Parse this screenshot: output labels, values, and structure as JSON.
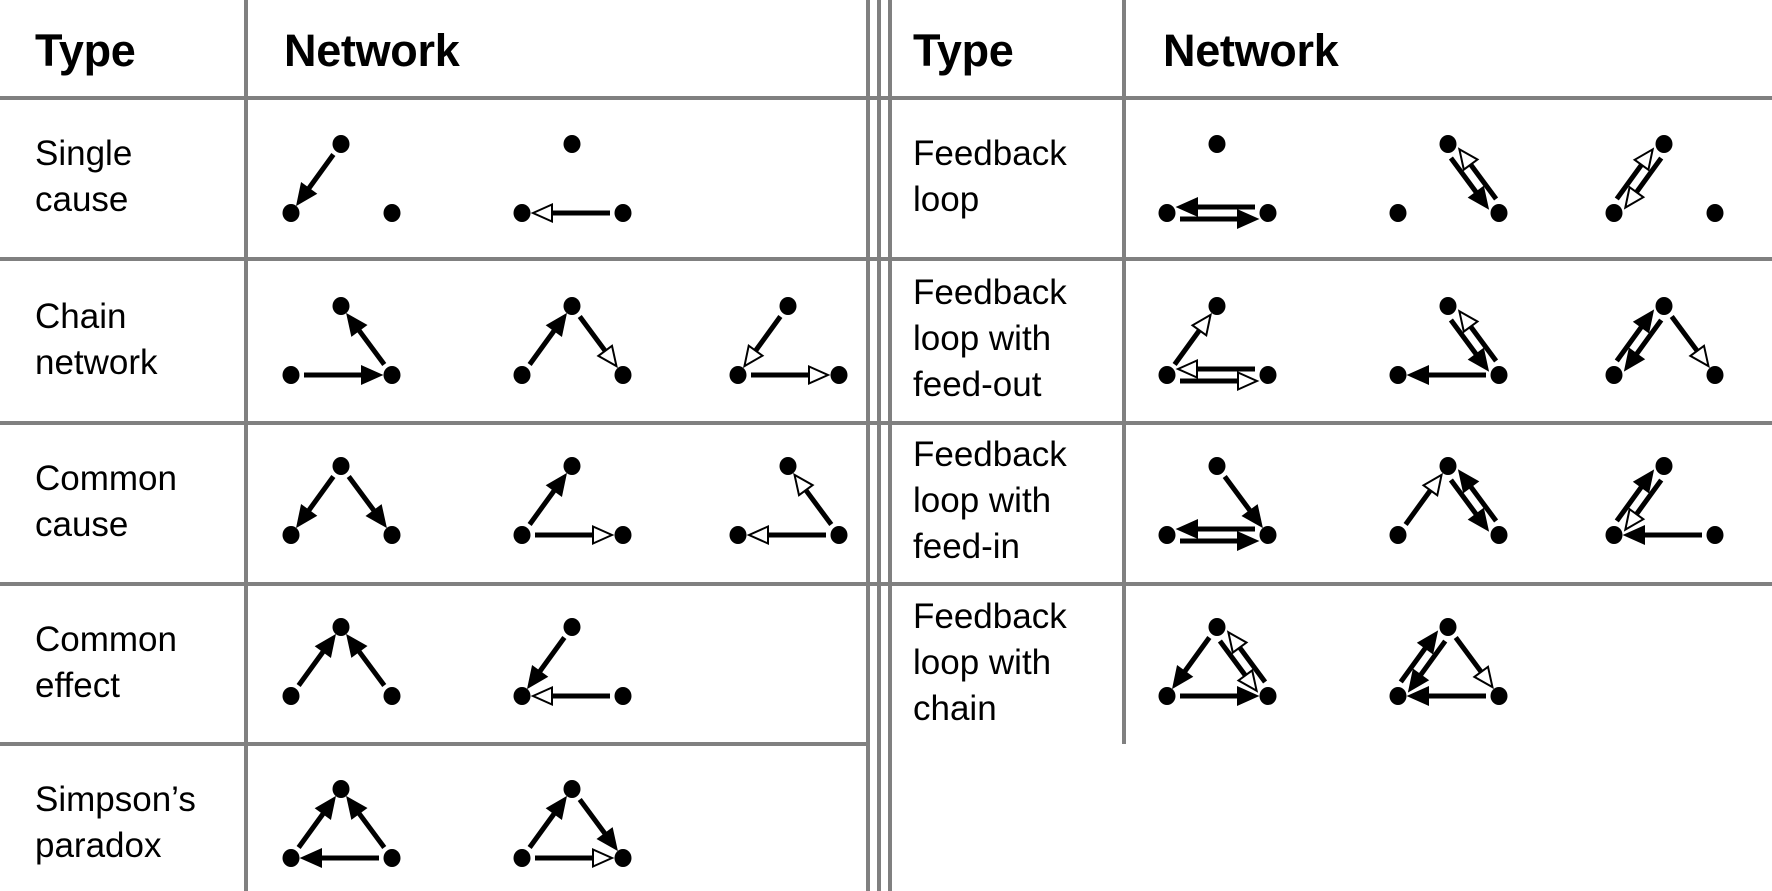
{
  "colors": {
    "grid": "#808080",
    "ink": "#000000",
    "background": "#ffffff"
  },
  "headers": {
    "left": {
      "type": "Type",
      "network": "Network"
    },
    "right": {
      "type": "Type",
      "network": "Network"
    }
  },
  "node_legend": {
    "L": "bottom-left node",
    "T": "top node",
    "R": "bottom-right node"
  },
  "edge_styles": {
    "filled": "solid black arrowhead",
    "open": "hollow (white) arrowhead"
  },
  "left_rows": [
    {
      "label": "Single\ncause",
      "networks": [
        {
          "edges": [
            {
              "from": "T",
              "to": "L",
              "head": "filled"
            }
          ]
        },
        {
          "edges": [
            {
              "from": "R",
              "to": "L",
              "head": "open"
            }
          ]
        }
      ]
    },
    {
      "label": "Chain\nnetwork",
      "networks": [
        {
          "edges": [
            {
              "from": "L",
              "to": "R",
              "head": "filled"
            },
            {
              "from": "R",
              "to": "T",
              "head": "filled"
            }
          ]
        },
        {
          "edges": [
            {
              "from": "L",
              "to": "T",
              "head": "filled"
            },
            {
              "from": "T",
              "to": "R",
              "head": "open"
            }
          ]
        },
        {
          "edges": [
            {
              "from": "T",
              "to": "L",
              "head": "open"
            },
            {
              "from": "L",
              "to": "R",
              "head": "open"
            }
          ]
        }
      ]
    },
    {
      "label": "Common\ncause",
      "networks": [
        {
          "edges": [
            {
              "from": "T",
              "to": "L",
              "head": "filled"
            },
            {
              "from": "T",
              "to": "R",
              "head": "filled"
            }
          ]
        },
        {
          "edges": [
            {
              "from": "L",
              "to": "T",
              "head": "filled"
            },
            {
              "from": "L",
              "to": "R",
              "head": "open"
            }
          ]
        },
        {
          "edges": [
            {
              "from": "R",
              "to": "T",
              "head": "open"
            },
            {
              "from": "R",
              "to": "L",
              "head": "open"
            }
          ]
        }
      ]
    },
    {
      "label": "Common\neffect",
      "networks": [
        {
          "edges": [
            {
              "from": "L",
              "to": "T",
              "head": "filled"
            },
            {
              "from": "R",
              "to": "T",
              "head": "filled"
            }
          ]
        },
        {
          "edges": [
            {
              "from": "T",
              "to": "L",
              "head": "filled"
            },
            {
              "from": "R",
              "to": "L",
              "head": "open"
            }
          ]
        }
      ]
    },
    {
      "label": "Simpson’s\nparadox",
      "networks": [
        {
          "edges": [
            {
              "from": "L",
              "to": "T",
              "head": "filled"
            },
            {
              "from": "R",
              "to": "T",
              "head": "filled"
            },
            {
              "from": "R",
              "to": "L",
              "head": "filled"
            }
          ]
        },
        {
          "edges": [
            {
              "from": "L",
              "to": "T",
              "head": "filled"
            },
            {
              "from": "T",
              "to": "R",
              "head": "filled"
            },
            {
              "from": "L",
              "to": "R",
              "head": "open"
            }
          ]
        }
      ]
    }
  ],
  "right_rows": [
    {
      "label": "Feedback\nloop",
      "networks": [
        {
          "edges": [
            {
              "from": "R",
              "to": "L",
              "head": "filled",
              "offset": -1
            },
            {
              "from": "L",
              "to": "R",
              "head": "filled",
              "offset": 1
            }
          ]
        },
        {
          "edges": [
            {
              "from": "T",
              "to": "R",
              "head": "filled",
              "offset": -1
            },
            {
              "from": "R",
              "to": "T",
              "head": "open",
              "offset": 1
            }
          ]
        },
        {
          "edges": [
            {
              "from": "L",
              "to": "T",
              "head": "open",
              "offset": -1
            },
            {
              "from": "T",
              "to": "L",
              "head": "open",
              "offset": 1
            }
          ]
        }
      ]
    },
    {
      "label": "Feedback\nloop with\nfeed-out",
      "networks": [
        {
          "edges": [
            {
              "from": "R",
              "to": "L",
              "head": "open",
              "offset": -1
            },
            {
              "from": "L",
              "to": "R",
              "head": "open",
              "offset": 1
            },
            {
              "from": "L",
              "to": "T",
              "head": "open"
            }
          ]
        },
        {
          "edges": [
            {
              "from": "T",
              "to": "R",
              "head": "filled",
              "offset": -1
            },
            {
              "from": "R",
              "to": "T",
              "head": "open",
              "offset": 1
            },
            {
              "from": "R",
              "to": "L",
              "head": "filled"
            }
          ]
        },
        {
          "edges": [
            {
              "from": "L",
              "to": "T",
              "head": "filled",
              "offset": -1
            },
            {
              "from": "T",
              "to": "L",
              "head": "filled",
              "offset": 1
            },
            {
              "from": "T",
              "to": "R",
              "head": "open"
            }
          ]
        }
      ]
    },
    {
      "label": "Feedback\nloop with\nfeed-in",
      "networks": [
        {
          "edges": [
            {
              "from": "R",
              "to": "L",
              "head": "filled",
              "offset": -1
            },
            {
              "from": "L",
              "to": "R",
              "head": "filled",
              "offset": 1
            },
            {
              "from": "T",
              "to": "R",
              "head": "filled"
            }
          ]
        },
        {
          "edges": [
            {
              "from": "T",
              "to": "R",
              "head": "filled",
              "offset": -1
            },
            {
              "from": "R",
              "to": "T",
              "head": "filled",
              "offset": 1
            },
            {
              "from": "L",
              "to": "T",
              "head": "open"
            }
          ]
        },
        {
          "edges": [
            {
              "from": "L",
              "to": "T",
              "head": "filled",
              "offset": -1
            },
            {
              "from": "T",
              "to": "L",
              "head": "open",
              "offset": 1
            },
            {
              "from": "R",
              "to": "L",
              "head": "filled"
            }
          ]
        }
      ]
    },
    {
      "label": "Feedback\nloop with\nchain",
      "networks": [
        {
          "edges": [
            {
              "from": "T",
              "to": "L",
              "head": "filled"
            },
            {
              "from": "L",
              "to": "R",
              "head": "filled"
            },
            {
              "from": "T",
              "to": "R",
              "head": "open",
              "offset": -1
            },
            {
              "from": "R",
              "to": "T",
              "head": "open",
              "offset": 1
            }
          ]
        },
        {
          "edges": [
            {
              "from": "L",
              "to": "T",
              "head": "filled",
              "offset": -1
            },
            {
              "from": "T",
              "to": "L",
              "head": "filled",
              "offset": 1
            },
            {
              "from": "T",
              "to": "R",
              "head": "open"
            },
            {
              "from": "R",
              "to": "L",
              "head": "filled"
            }
          ]
        }
      ]
    }
  ]
}
